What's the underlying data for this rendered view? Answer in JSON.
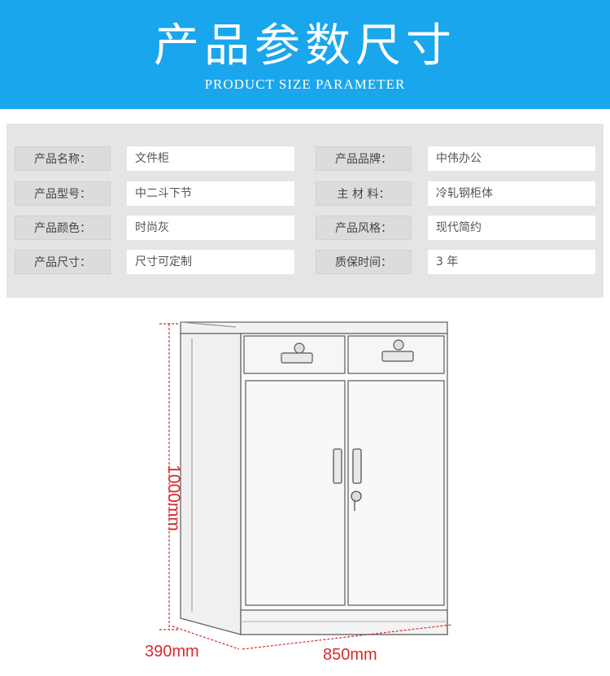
{
  "header": {
    "title": "产品参数尺寸",
    "subtitle": "PRODUCT SIZE PARAMETER",
    "background_color": "#1aa6ec"
  },
  "specs": [
    {
      "label": "产品名称：",
      "value": "文件柜"
    },
    {
      "label": "产品品牌：",
      "value": "中伟办公"
    },
    {
      "label": "产品型号：",
      "value": "中二斗下节"
    },
    {
      "label": "主 材 料：",
      "value": "冷轧钢柜体"
    },
    {
      "label": "产品颜色：",
      "value": "时尚灰"
    },
    {
      "label": "产品风格：",
      "value": "现代简约"
    },
    {
      "label": "产品尺寸：",
      "value": "尺寸可定制"
    },
    {
      "label": "质保时间：",
      "value": "3 年"
    }
  ],
  "dimensions": {
    "height": "1000mm",
    "depth": "390mm",
    "width": "850mm",
    "line_color": "#d9292b"
  }
}
